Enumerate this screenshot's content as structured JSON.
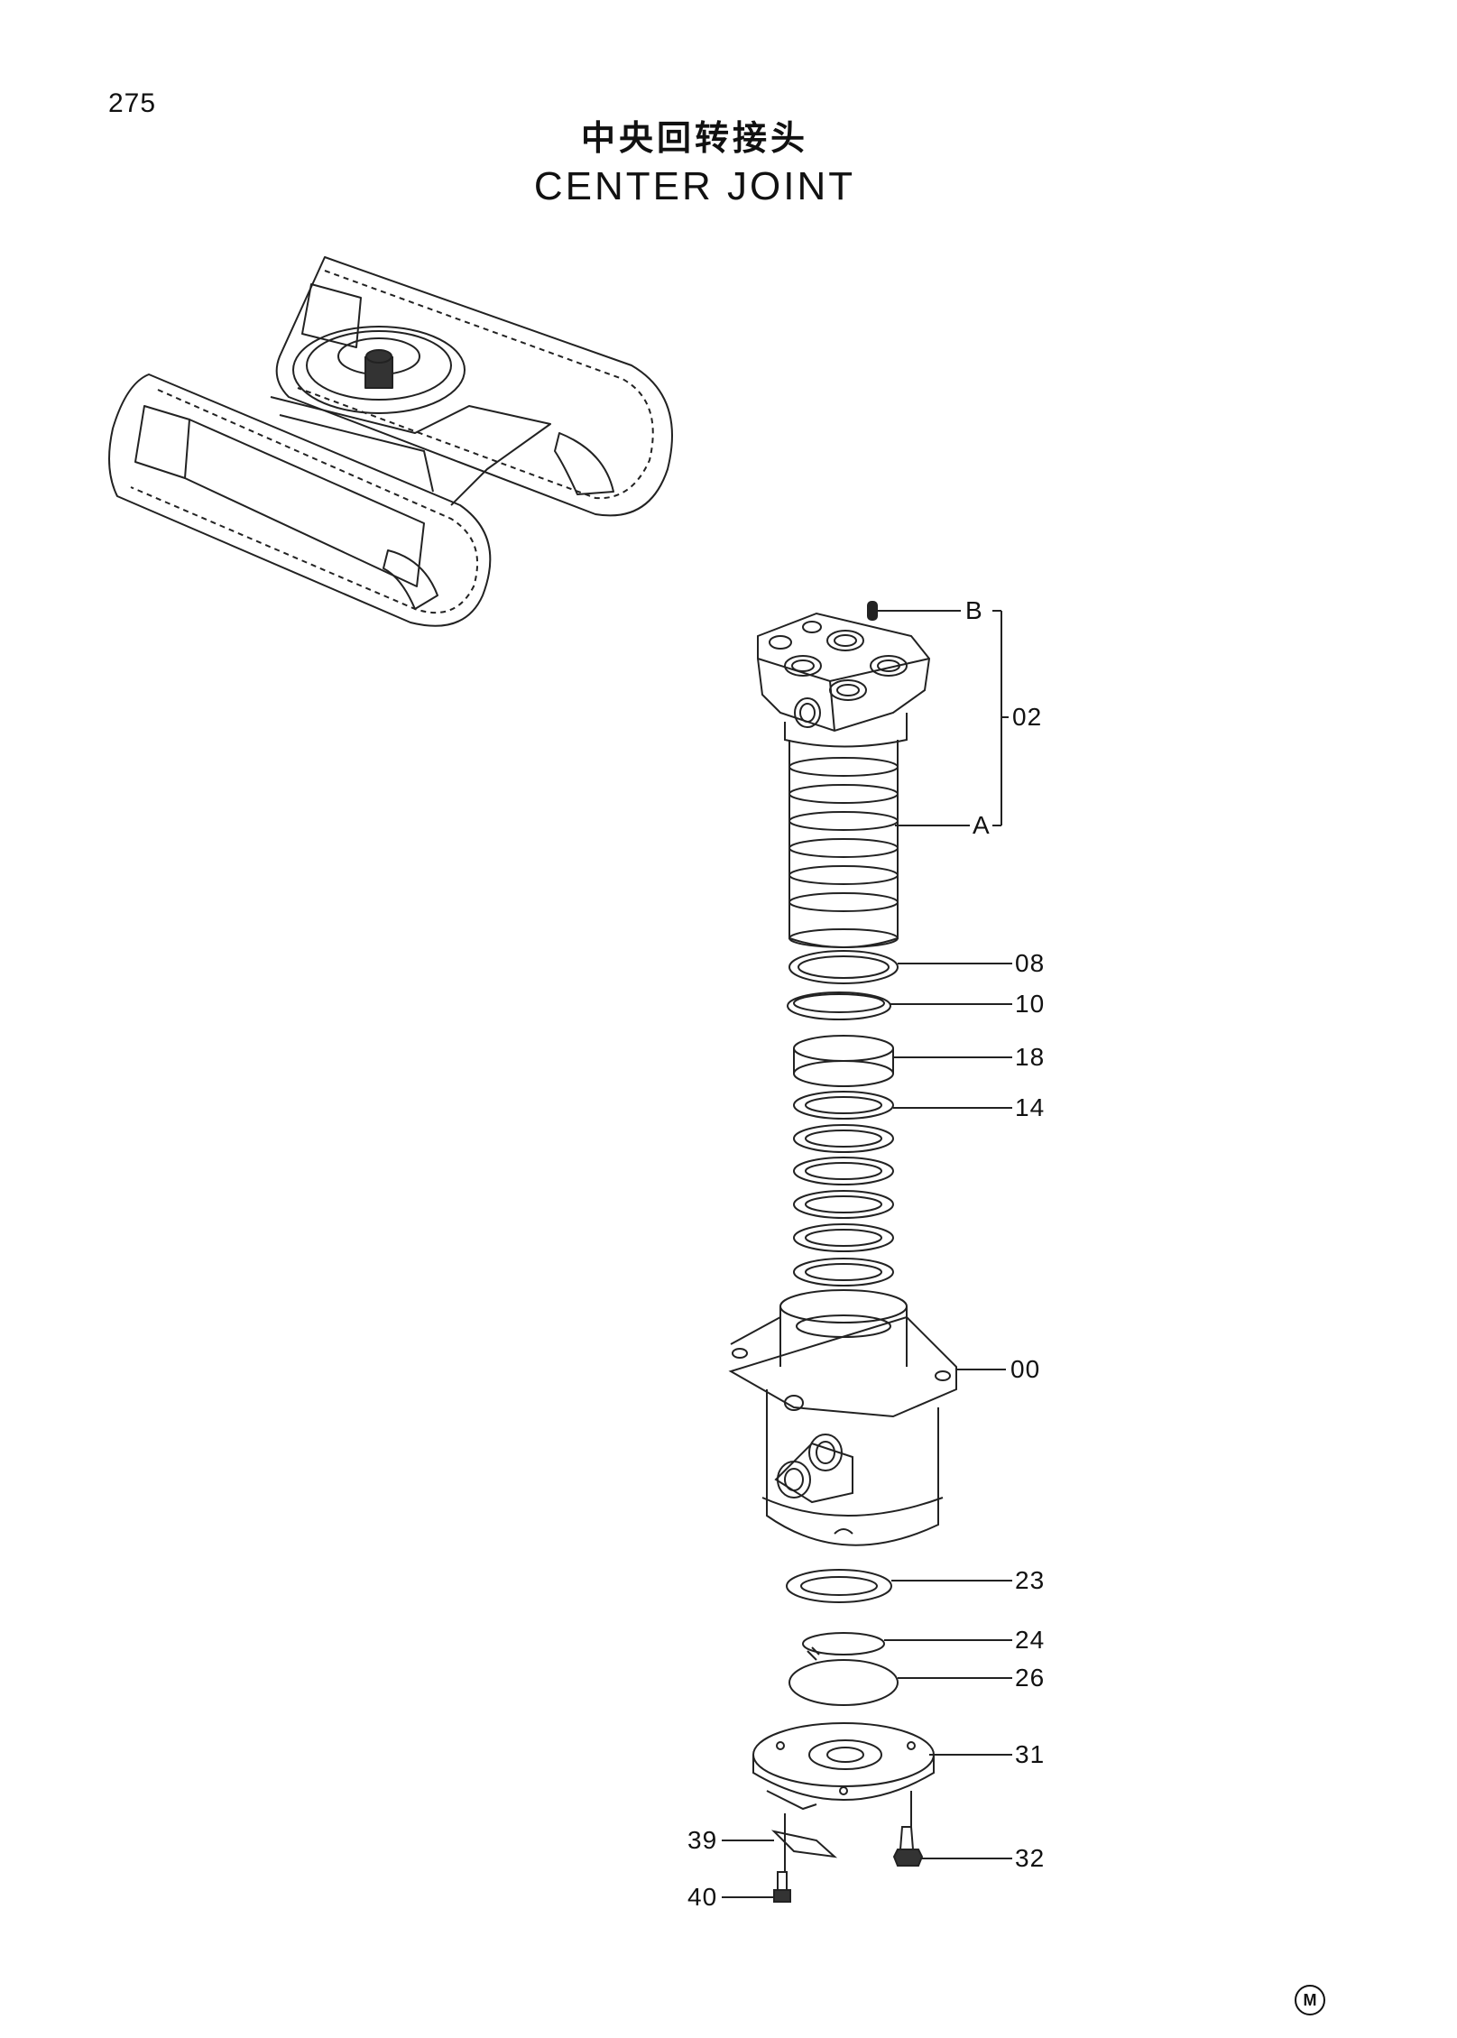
{
  "page": {
    "number": "275",
    "title_cn": "中央回转接头",
    "title_en": "CENTER JOINT"
  },
  "callouts": {
    "b": "B",
    "a": "A",
    "c02": "02",
    "c08": "08",
    "c10": "10",
    "c18": "18",
    "c14": "14",
    "c00": "00",
    "c23": "23",
    "c24": "24",
    "c26": "26",
    "c31": "31",
    "c39": "39",
    "c32": "32",
    "c40": "40"
  },
  "marker": "M"
}
